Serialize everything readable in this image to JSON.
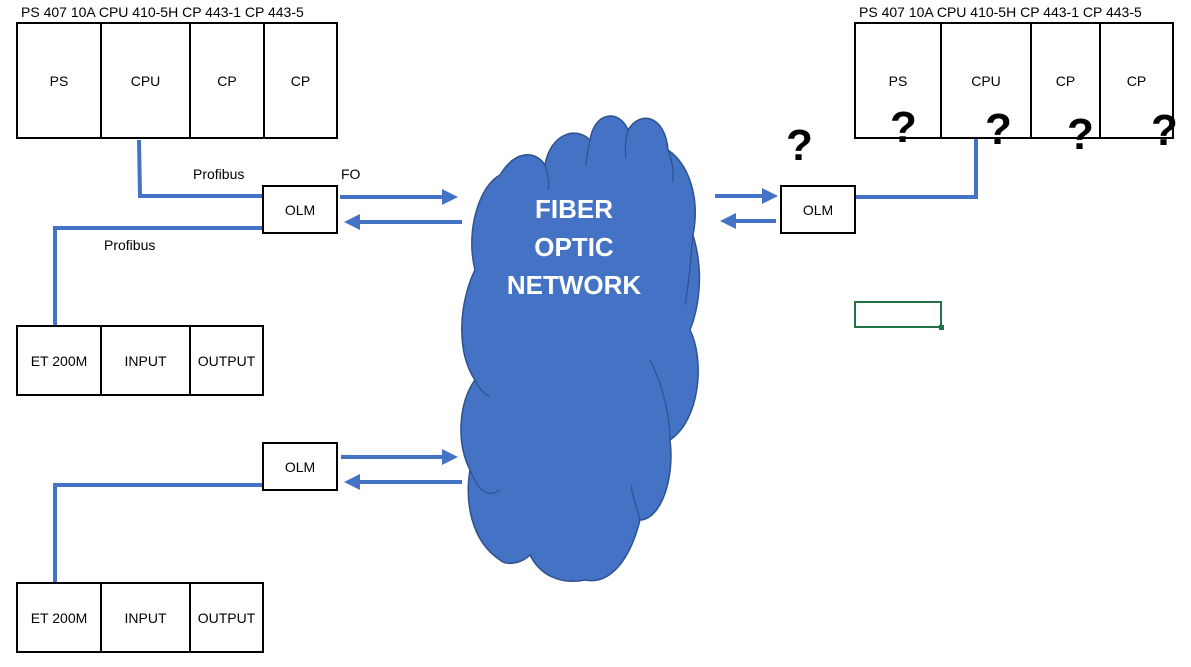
{
  "colors": {
    "connector": "#4472c4",
    "cloud_fill": "#4472c4",
    "cloud_stroke": "#2f528f",
    "cloud_text": "#ffffff",
    "cell_selection": "#217346"
  },
  "rack_left": {
    "caption": "PS 407 10A CPU 410-5H CP 443-1  CP 443-5",
    "slots": [
      "PS",
      "CPU",
      "CP",
      "CP"
    ]
  },
  "rack_right": {
    "caption": "PS 407 10A CPU 410-5H CP 443-1 CP 443-5",
    "slots": [
      "PS",
      "CPU",
      "CP",
      "CP"
    ],
    "question_marks": [
      "?",
      "?",
      "?",
      "?"
    ]
  },
  "olm_top_left": {
    "label": "OLM"
  },
  "olm_right": {
    "label": "OLM",
    "question_mark": "?"
  },
  "olm_bottom": {
    "label": "OLM"
  },
  "labels": {
    "profibus_upper": "Profibus",
    "fo": "FO",
    "profibus_lower": "Profibus"
  },
  "et_station_1": {
    "slots": [
      "ET 200M",
      "INPUT",
      "OUTPUT"
    ]
  },
  "et_station_2": {
    "slots": [
      "ET 200M",
      "INPUT",
      "OUTPUT"
    ]
  },
  "cloud": {
    "lines": [
      "FIBER",
      "OPTIC",
      "NETWORK"
    ]
  }
}
